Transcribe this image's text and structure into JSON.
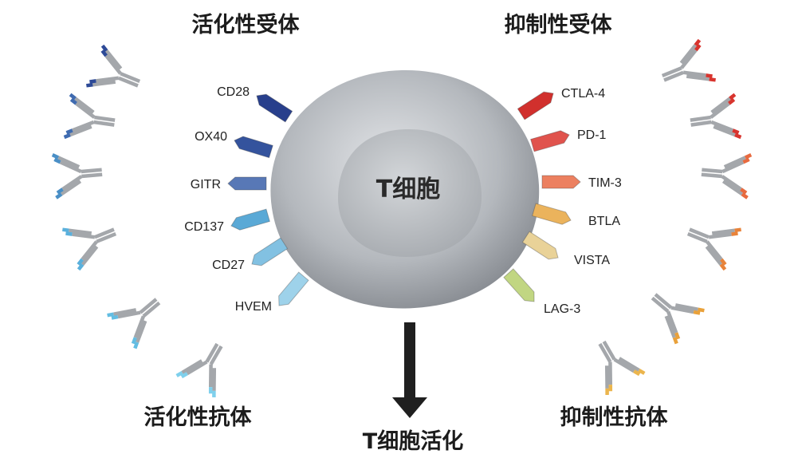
{
  "headings": {
    "activating_receptors": "活化性受体",
    "inhibitory_receptors": "抑制性受体",
    "activating_antibodies": "活化性抗体",
    "inhibitory_antibodies": "抑制性抗体",
    "outcome": "T细胞活化"
  },
  "cell": {
    "label": "T细胞"
  },
  "activating_receptors": [
    {
      "label": "CD28",
      "color": "#283f8c"
    },
    {
      "label": "OX40",
      "color": "#34539d"
    },
    {
      "label": "GITR",
      "color": "#5878b6"
    },
    {
      "label": "CD137",
      "color": "#5aa9d6"
    },
    {
      "label": "CD27",
      "color": "#82c1e2"
    },
    {
      "label": "HVEM",
      "color": "#9ed2ea"
    }
  ],
  "inhibitory_receptors": [
    {
      "label": "CTLA-4",
      "color": "#d1302d"
    },
    {
      "label": "PD-1",
      "color": "#e0534d"
    },
    {
      "label": "TIM-3",
      "color": "#ec8060"
    },
    {
      "label": "BTLA",
      "color": "#ebb35c"
    },
    {
      "label": "VISTA",
      "color": "#e9d298"
    },
    {
      "label": "LAG-3",
      "color": "#c1d682"
    }
  ],
  "antibody_tip_colors": {
    "activating": [
      "#2d4a97",
      "#3f6bb0",
      "#4a8fc6",
      "#5ab0dc",
      "#63bde2",
      "#7fd0ec"
    ],
    "inhibitory": [
      "#d8342e",
      "#d8342e",
      "#e86a3f",
      "#e8833a",
      "#e9a13a",
      "#ebb54d"
    ]
  },
  "colors": {
    "cell_fill": "#a9adb2",
    "nucleus_fill": "#c3c6ca",
    "antibody_gray": "#a4a7ab",
    "arrow": "#1f1f1f"
  }
}
